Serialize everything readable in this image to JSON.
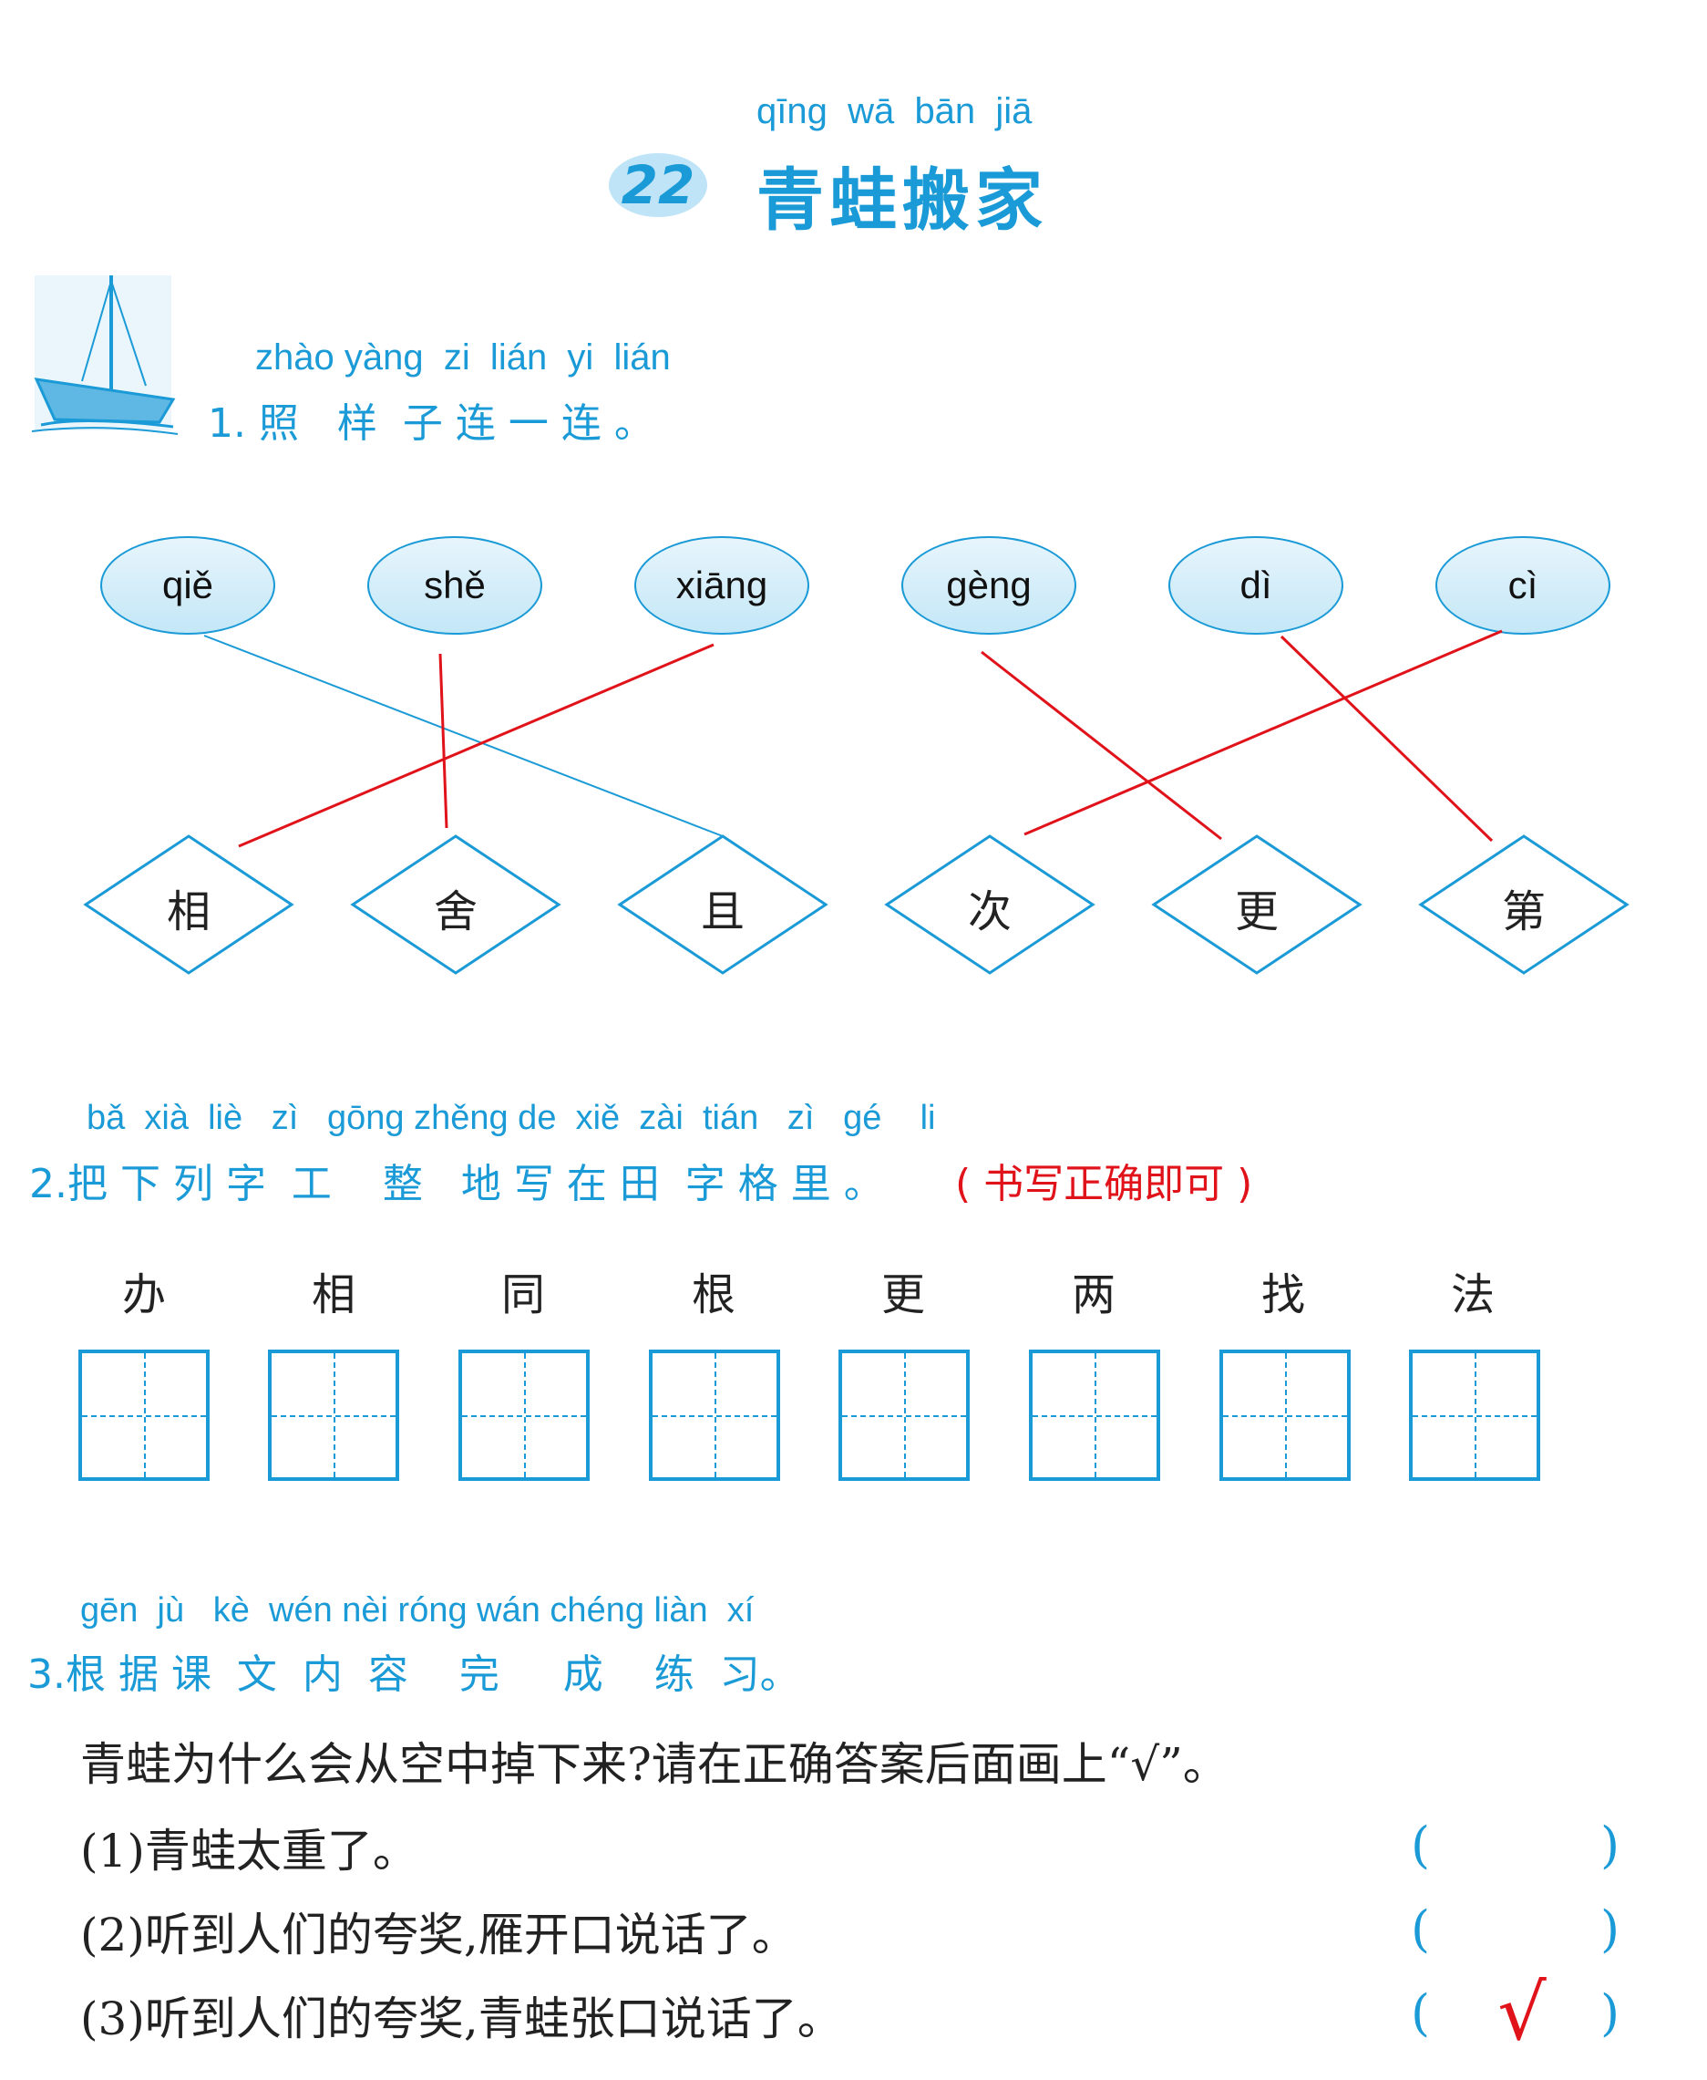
{
  "lesson": {
    "number": "22",
    "title_pinyin": "qīng  wā  bān  jiā",
    "title": "青蛙搬家"
  },
  "section1": {
    "pinyin": "zhào yàng  zi  lián  yi  lián",
    "heading": "1. 照   样  子 连 一 连 。",
    "pinyin_items": [
      "qiě",
      "shě",
      "xiāng",
      "gèng",
      "dì",
      "cì"
    ],
    "char_items": [
      "相",
      "舍",
      "且",
      "次",
      "更",
      "第"
    ],
    "colors": {
      "example_line": "#1a9ad6",
      "answer_line": "#e0121a"
    }
  },
  "section2": {
    "pinyin": "bǎ  xià  liè   zì   gōng zhěng de  xiě  zài  tián   zì   gé    li",
    "heading": "2.把 下 列 字  工    整   地 写 在 田  字 格 里 。",
    "note": "( 书写正确即可 )",
    "chars": [
      "办",
      "相",
      "同",
      "根",
      "更",
      "两",
      "找",
      "法"
    ]
  },
  "section3": {
    "pinyin": "gēn  jù   kè  wén nèi róng wán chéng liàn  xí",
    "heading": "3.根 据 课  文  内  容    完     成    练  习。",
    "question": "青蛙为什么会从空中掉下来?请在正确答案后面画上“√”。",
    "options": [
      {
        "text": "(1)青蛙太重了。",
        "answer": ""
      },
      {
        "text": "(2)听到人们的夸奖,雁开口说话了。",
        "answer": ""
      },
      {
        "text": "(3)听到人们的夸奖,青蛙张口说话了。",
        "answer": "√"
      }
    ]
  }
}
